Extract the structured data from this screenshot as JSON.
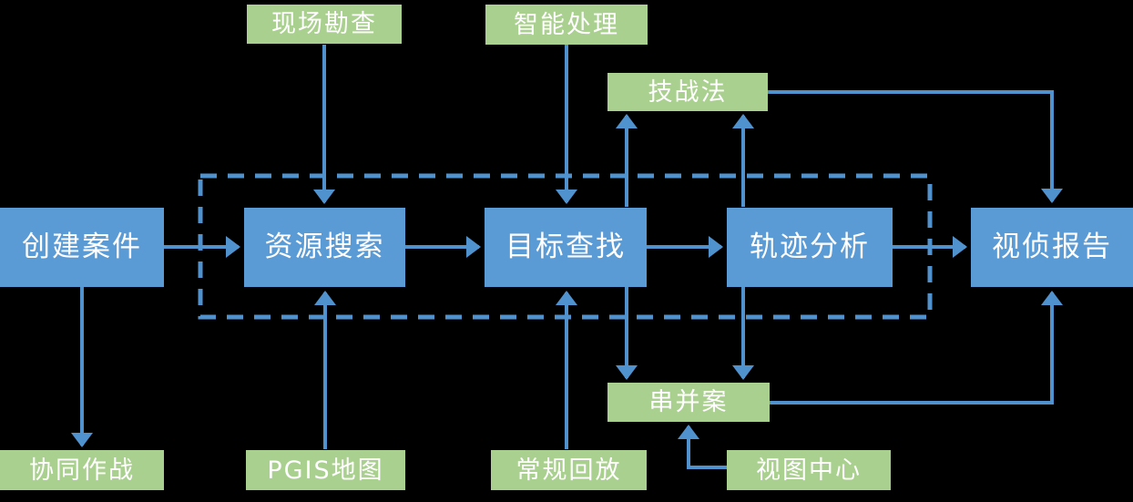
{
  "colors": {
    "background": "#000000",
    "process_box_blue": "#5B9BD5",
    "support_box_green": "#A9D08E",
    "connector_blue": "#5092CE",
    "label_text": "#FFFFFF"
  },
  "nodes": {
    "scene_survey": {
      "label": "现场勘查",
      "type": "support"
    },
    "intelligent_processing": {
      "label": "智能处理",
      "type": "support"
    },
    "tactics": {
      "label": "技战法",
      "type": "support"
    },
    "create_case": {
      "label": "创建案件",
      "type": "process"
    },
    "resource_search": {
      "label": "资源搜索",
      "type": "process"
    },
    "target_find": {
      "label": "目标查找",
      "type": "process"
    },
    "track_analysis": {
      "label": "轨迹分析",
      "type": "process"
    },
    "video_report": {
      "label": "视侦报告",
      "type": "process"
    },
    "joint_operations": {
      "label": "协同作战",
      "type": "support"
    },
    "pgis_map": {
      "label": "PGIS地图",
      "type": "support"
    },
    "normal_playback": {
      "label": "常规回放",
      "type": "support"
    },
    "merge_cases": {
      "label": "串并案",
      "type": "support"
    },
    "video_center": {
      "label": "视图中心",
      "type": "support"
    }
  },
  "edges": [
    {
      "from": "现场勘查",
      "to": "资源搜索"
    },
    {
      "from": "智能处理",
      "to": "目标查找"
    },
    {
      "from": "PGIS地图",
      "to": "资源搜索"
    },
    {
      "from": "常规回放",
      "to": "目标查找"
    },
    {
      "from": "创建案件",
      "to": "协同作战"
    },
    {
      "from": "创建案件",
      "to": "资源搜索"
    },
    {
      "from": "资源搜索",
      "to": "目标查找"
    },
    {
      "from": "目标查找",
      "to": "轨迹分析"
    },
    {
      "from": "轨迹分析",
      "to": "视侦报告"
    },
    {
      "from": "目标查找",
      "to": "技战法"
    },
    {
      "from": "轨迹分析",
      "to": "技战法"
    },
    {
      "from": "目标查找",
      "to": "串并案"
    },
    {
      "from": "轨迹分析",
      "to": "串并案"
    },
    {
      "from": "技战法",
      "to": "视侦报告"
    },
    {
      "from": "串并案",
      "to": "视侦报告"
    },
    {
      "from": "视图中心",
      "to": "串并案"
    }
  ]
}
